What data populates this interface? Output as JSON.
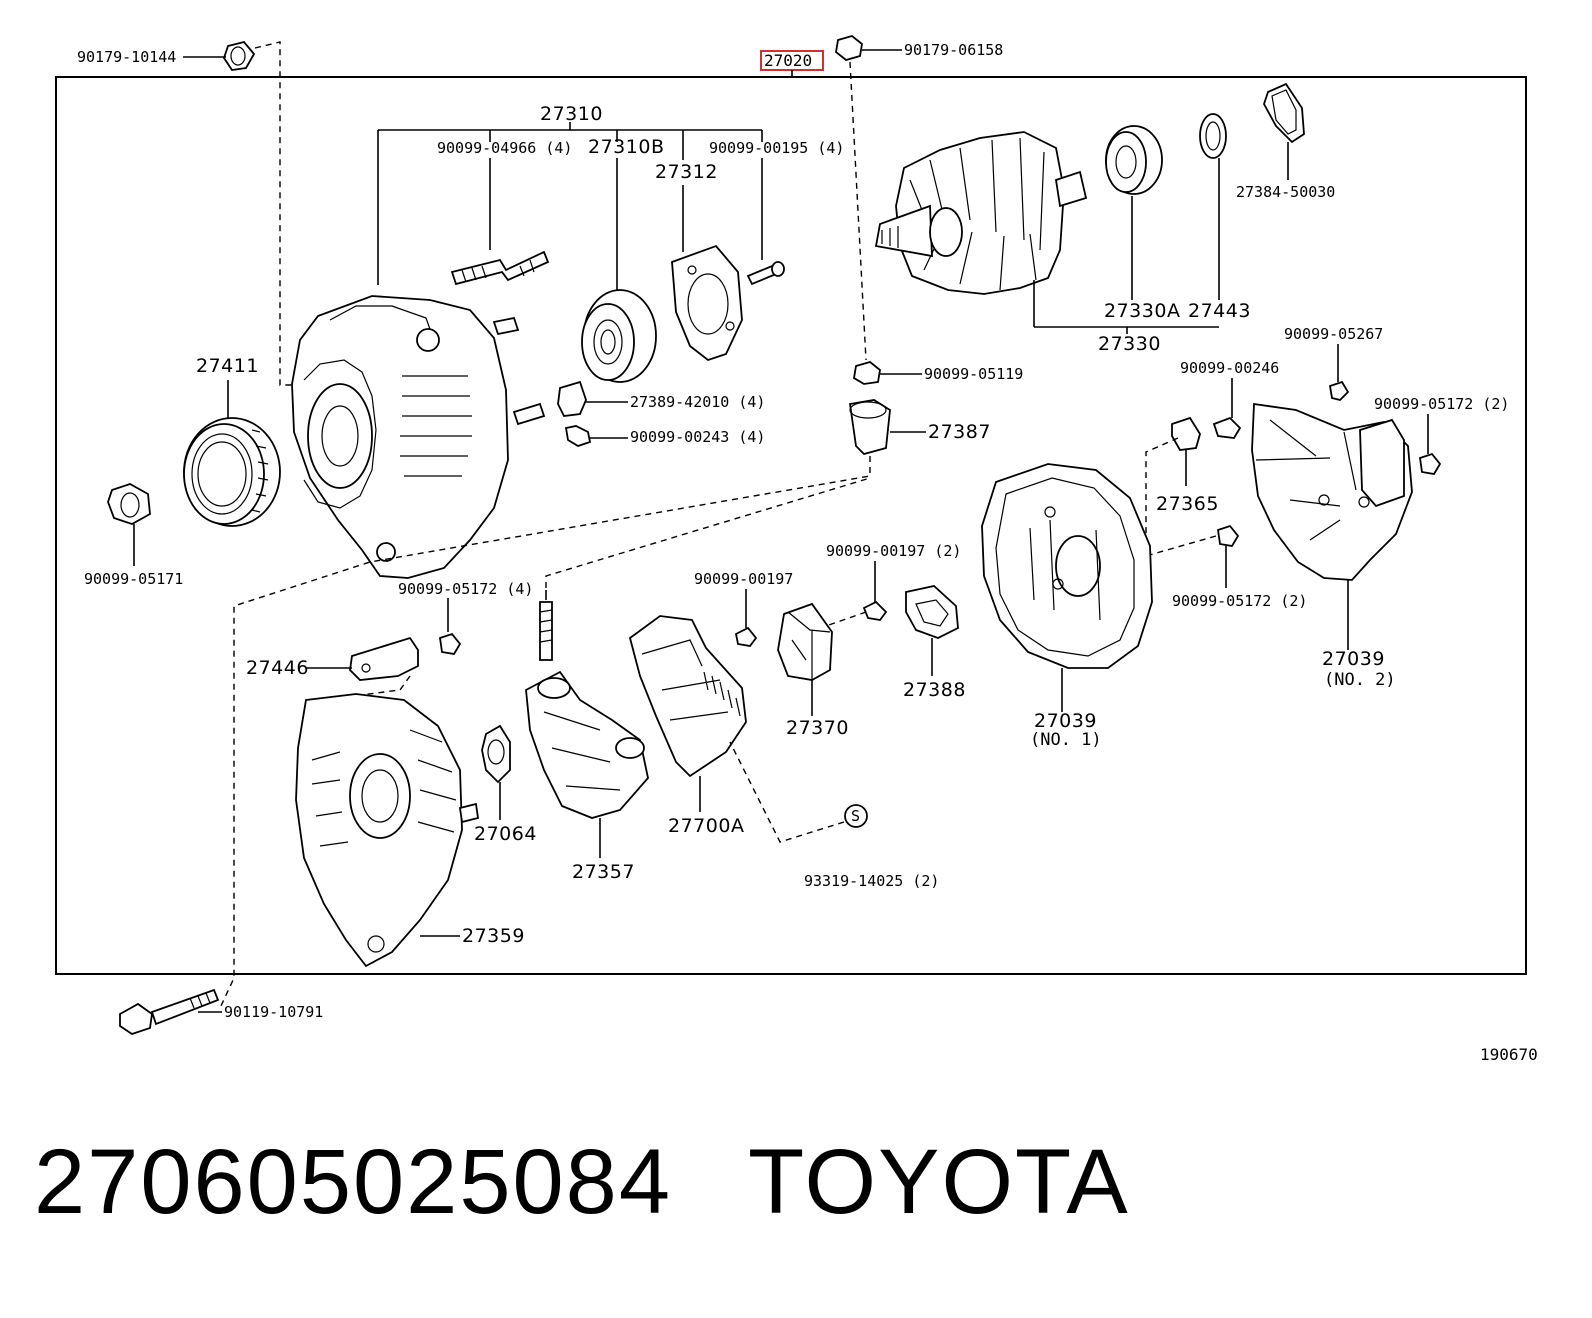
{
  "diagram": {
    "highlight_color": "#d32f2f",
    "assembly_label": "27020",
    "labels": {
      "l_90179_10144": "90179-10144",
      "l_90179_06158": "90179-06158",
      "l_27310": "27310",
      "l_90099_04966": "90099-04966 (4)",
      "l_27310B": "27310B",
      "l_27312": "27312",
      "l_90099_00195": "90099-00195 (4)",
      "l_27384": "27384-50030",
      "l_27330A": "27330A",
      "l_27443": "27443",
      "l_27330": "27330",
      "l_90099_05267": "90099-05267",
      "l_27411": "27411",
      "l_90099_05119": "90099-05119",
      "l_90099_00246": "90099-00246",
      "l_90099_05172_2a": "90099-05172 (2)",
      "l_27389": "27389-42010 (4)",
      "l_90099_00243": "90099-00243 (4)",
      "l_27387": "27387",
      "l_27365": "27365",
      "l_90099_05171": "90099-05171",
      "l_90099_05172_4": "90099-05172 (4)",
      "l_90099_00197": "90099-00197",
      "l_90099_00197_2": "90099-00197 (2)",
      "l_90099_05172_2b": "90099-05172 (2)",
      "l_27446": "27446",
      "l_27370": "27370",
      "l_27388": "27388",
      "l_27039_1": "27039",
      "l_no1": "(NO. 1)",
      "l_27039_2": "27039",
      "l_no2": "(NO. 2)",
      "l_27064": "27064",
      "l_27700A": "27700A",
      "l_27357": "27357",
      "l_s": "S",
      "l_93319": "93319-14025 (2)",
      "l_27359": "27359",
      "l_90119": "90119-10791"
    },
    "drawing_code": "190670"
  },
  "footer": {
    "part_number": "27060502508\u00034",
    "brand": "TOYOTA"
  }
}
